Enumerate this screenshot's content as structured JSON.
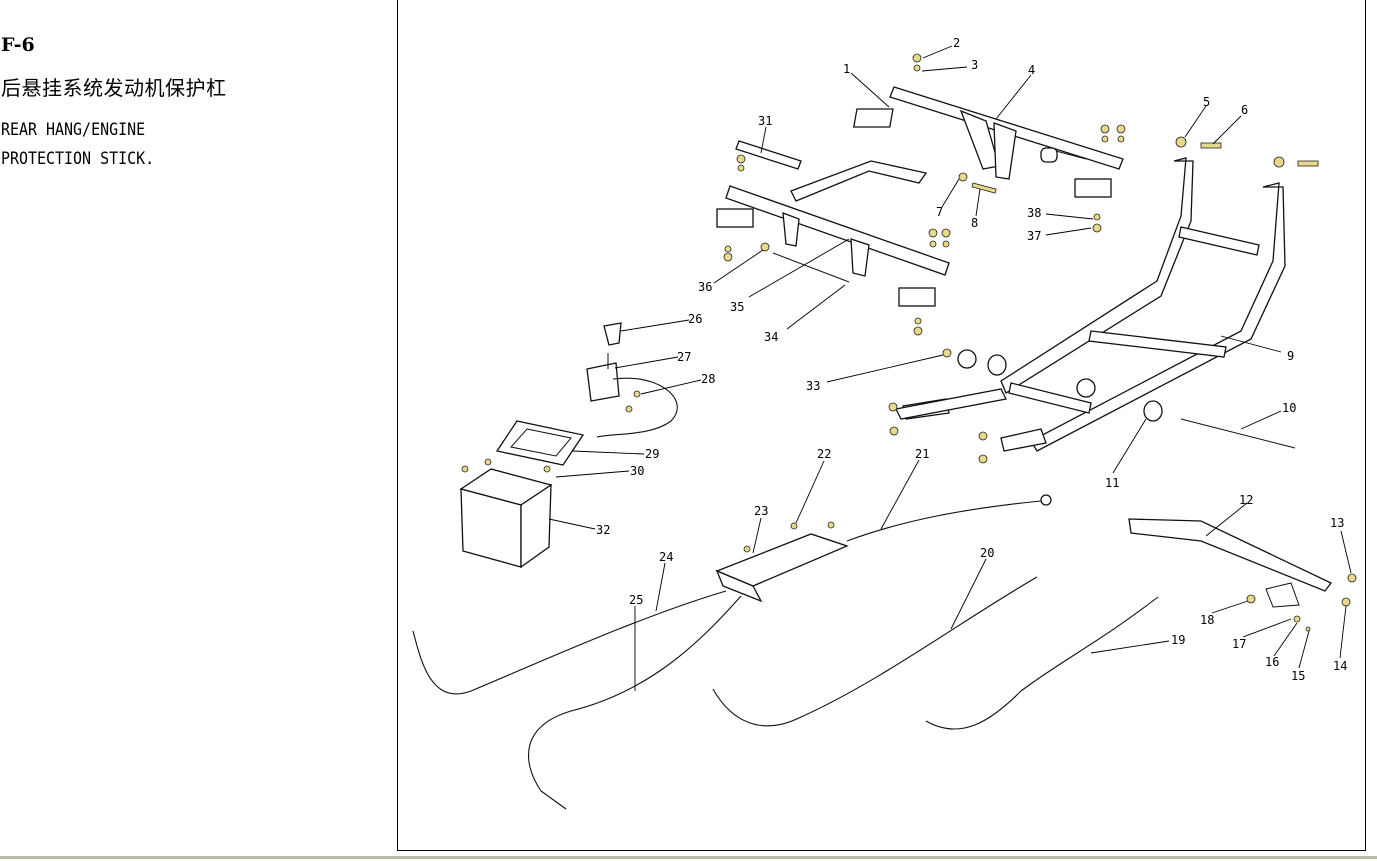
{
  "figure": {
    "code": "F-6",
    "title_cn": "后悬挂系统发动机保护杠",
    "title_en_lines": [
      "REAR HANG/ENGINE",
      "PROTECTION STICK."
    ]
  },
  "callouts": [
    "1",
    "2",
    "3",
    "4",
    "5",
    "6",
    "7",
    "8",
    "9",
    "10",
    "11",
    "12",
    "13",
    "14",
    "15",
    "16",
    "17",
    "18",
    "19",
    "20",
    "21",
    "22",
    "23",
    "24",
    "25",
    "26",
    "27",
    "28",
    "29",
    "30",
    "31",
    "32",
    "33",
    "34",
    "35",
    "36",
    "37",
    "38"
  ],
  "colors": {
    "line": "#111111",
    "hardware": "#e8d88a",
    "footer_rule": "#b8bfa8"
  }
}
